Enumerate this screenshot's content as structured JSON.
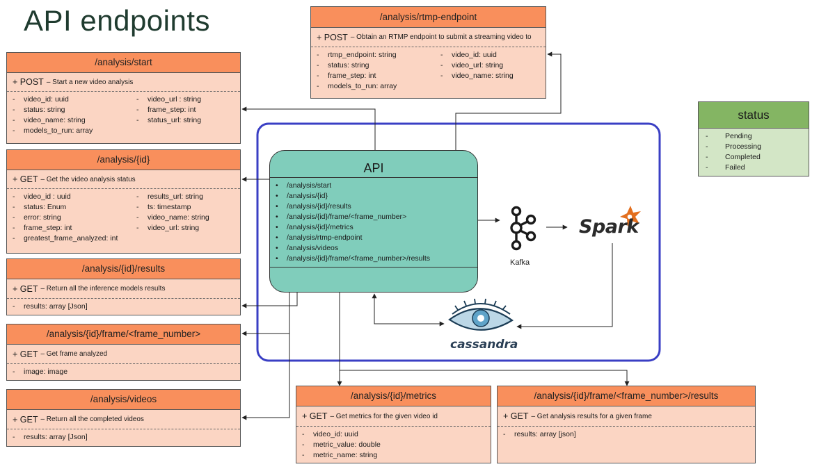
{
  "title": "API endpoints",
  "colors": {
    "header": "#f98f5c",
    "body": "#fbd5c3",
    "api": "#80cdbb",
    "frame": "#3a3fc4",
    "status_header": "#84b563",
    "status_body": "#d3e6c6"
  },
  "boxes": {
    "start": {
      "title": "/analysis/start",
      "method": "+ POST",
      "desc": "– Start a new video analysis",
      "left": [
        "video_id: uuid",
        "status: string",
        "video_name: string",
        "models_to_run: array"
      ],
      "right": [
        "video_url : string",
        "frame_step: int",
        "status_url: string"
      ]
    },
    "rtmp": {
      "title": "/analysis/rtmp-endpoint",
      "method": "+ POST",
      "desc": "– Obtain an RTMP endpoint to submit a streaming video to",
      "left": [
        "rtmp_endpoint: string",
        "status: string",
        "frame_step: int",
        "models_to_run: array"
      ],
      "right": [
        "video_id: uuid",
        "video_url: string",
        "video_name: string"
      ]
    },
    "id": {
      "title": "/analysis/{id}",
      "method": "+ GET",
      "desc": "– Get the video analysis status",
      "left": [
        "video_id : uuid",
        "status: Enum",
        "error: string",
        "frame_step: int",
        "greatest_frame_analyzed: int"
      ],
      "right": [
        "results_url: string",
        "ts: timestamp",
        "video_name: string",
        "video_url: string"
      ]
    },
    "results": {
      "title": "/analysis/{id}/results",
      "method": "+ GET",
      "desc": "– Return all the inference models results",
      "left": [
        "results: array [Json]"
      ],
      "right": []
    },
    "frame": {
      "title": "/analysis/{id}/frame/<frame_number>",
      "method": "+ GET",
      "desc": "– Get frame analyzed",
      "left": [
        "image: image"
      ],
      "right": []
    },
    "videos": {
      "title": "/analysis/videos",
      "method": "+ GET",
      "desc": "– Return all the completed videos",
      "left": [
        "results: array [Json]"
      ],
      "right": []
    },
    "metrics": {
      "title": "/analysis/{id}/metrics",
      "method": "+ GET",
      "desc": "– Get metrics for the given video id",
      "left": [
        "video_id: uuid",
        "metric_value: double",
        "metric_name: string"
      ],
      "right": []
    },
    "frame_results": {
      "title": "/analysis/{id}/frame/<frame_number>/results",
      "method": "+ GET",
      "desc": "– Get analysis results for a given frame",
      "left": [
        "results: array [json]"
      ],
      "right": []
    }
  },
  "status": {
    "title": "status",
    "items": [
      "Pending",
      "Processing",
      "Completed",
      "Failed"
    ]
  },
  "api": {
    "title": "API",
    "items": [
      "/analysis/start",
      "/analysis/{id}",
      "/analysis/{id}/results",
      "/analysis/{id}/frame/<frame_number>",
      "/analysis/{id}/metrics",
      "/analysis/rtmp-endpoint",
      "/analysis/videos",
      "/analysis/{id}/frame/<frame_number>/results"
    ]
  },
  "kafka": {
    "label": "Kafka",
    "icon": "kafka-logo-icon"
  },
  "spark": {
    "label": "Spark",
    "icon": "spark-logo-icon"
  },
  "cassandra": {
    "label": "cassandra",
    "icon": "cassandra-eye-icon"
  }
}
